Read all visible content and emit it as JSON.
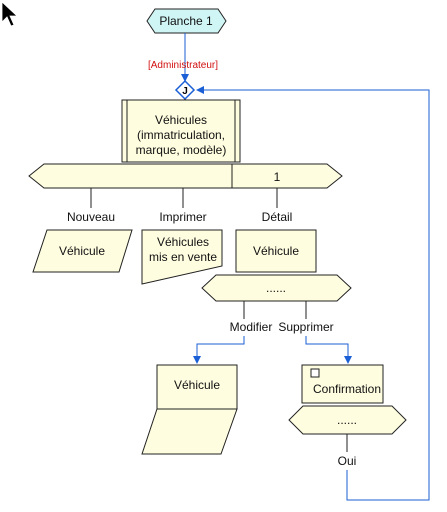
{
  "diagram": {
    "start_label": "Planche 1",
    "role_label": "[Administrateur]",
    "junction_label": "J",
    "vehicles_title": [
      "Véhicules",
      "(immatriculation,",
      "marque, modèle)"
    ],
    "bar_count": "1",
    "actions": {
      "new": "Nouveau",
      "print": "Imprimer",
      "detail": "Détail"
    },
    "new_vehicle": "Véhicule",
    "vehicles_for_sale": [
      "Véhicules",
      "mis en vente"
    ],
    "detail_vehicle": "Véhicule",
    "detail_bar": "......",
    "detail_actions": {
      "modify": "Modifier",
      "delete": "Supprimer"
    },
    "modify_vehicle": "Véhicule",
    "confirmation": "Confirmation",
    "confirmation_bar": "......",
    "yes_label": "Oui"
  },
  "colors": {
    "node_fill": "#fffde0",
    "start_fill": "#d0f5f5",
    "edge_blue": "#1a5fd6",
    "role_red": "#d01010",
    "stroke": "#222222"
  }
}
